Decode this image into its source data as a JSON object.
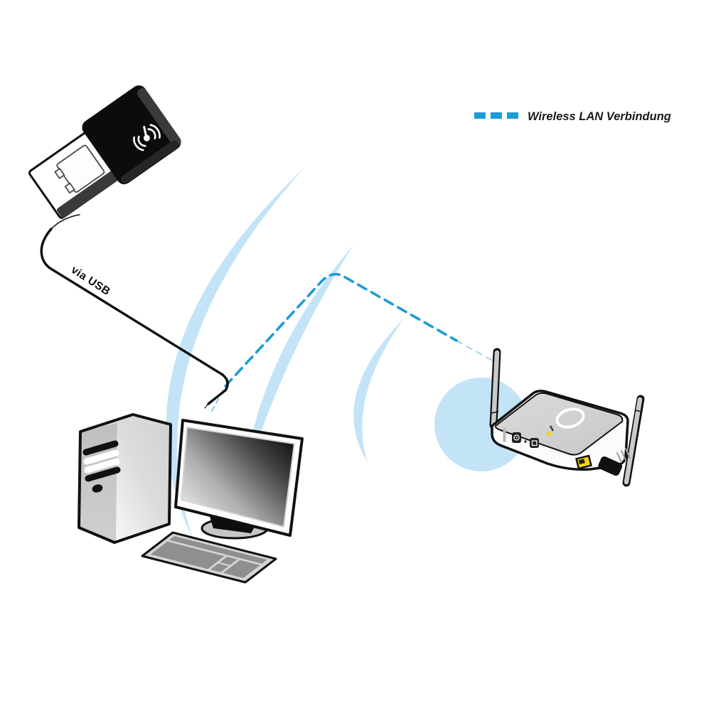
{
  "legend": {
    "label": "Wireless LAN Verbindung"
  },
  "labels": {
    "usb_connection": "via USB"
  },
  "colors": {
    "wireless_blue": "#1B9CD8",
    "signal_light_blue": "#C3E4F7",
    "lan_port_yellow": "#F2D403",
    "led_yellow": "#F6D500"
  },
  "icons": {
    "wifi_signal": "wifi-signal-icon",
    "usb_adapter": "usb-wlan-adapter",
    "desktop_pc": "desktop-computer",
    "router": "wlan-router"
  }
}
